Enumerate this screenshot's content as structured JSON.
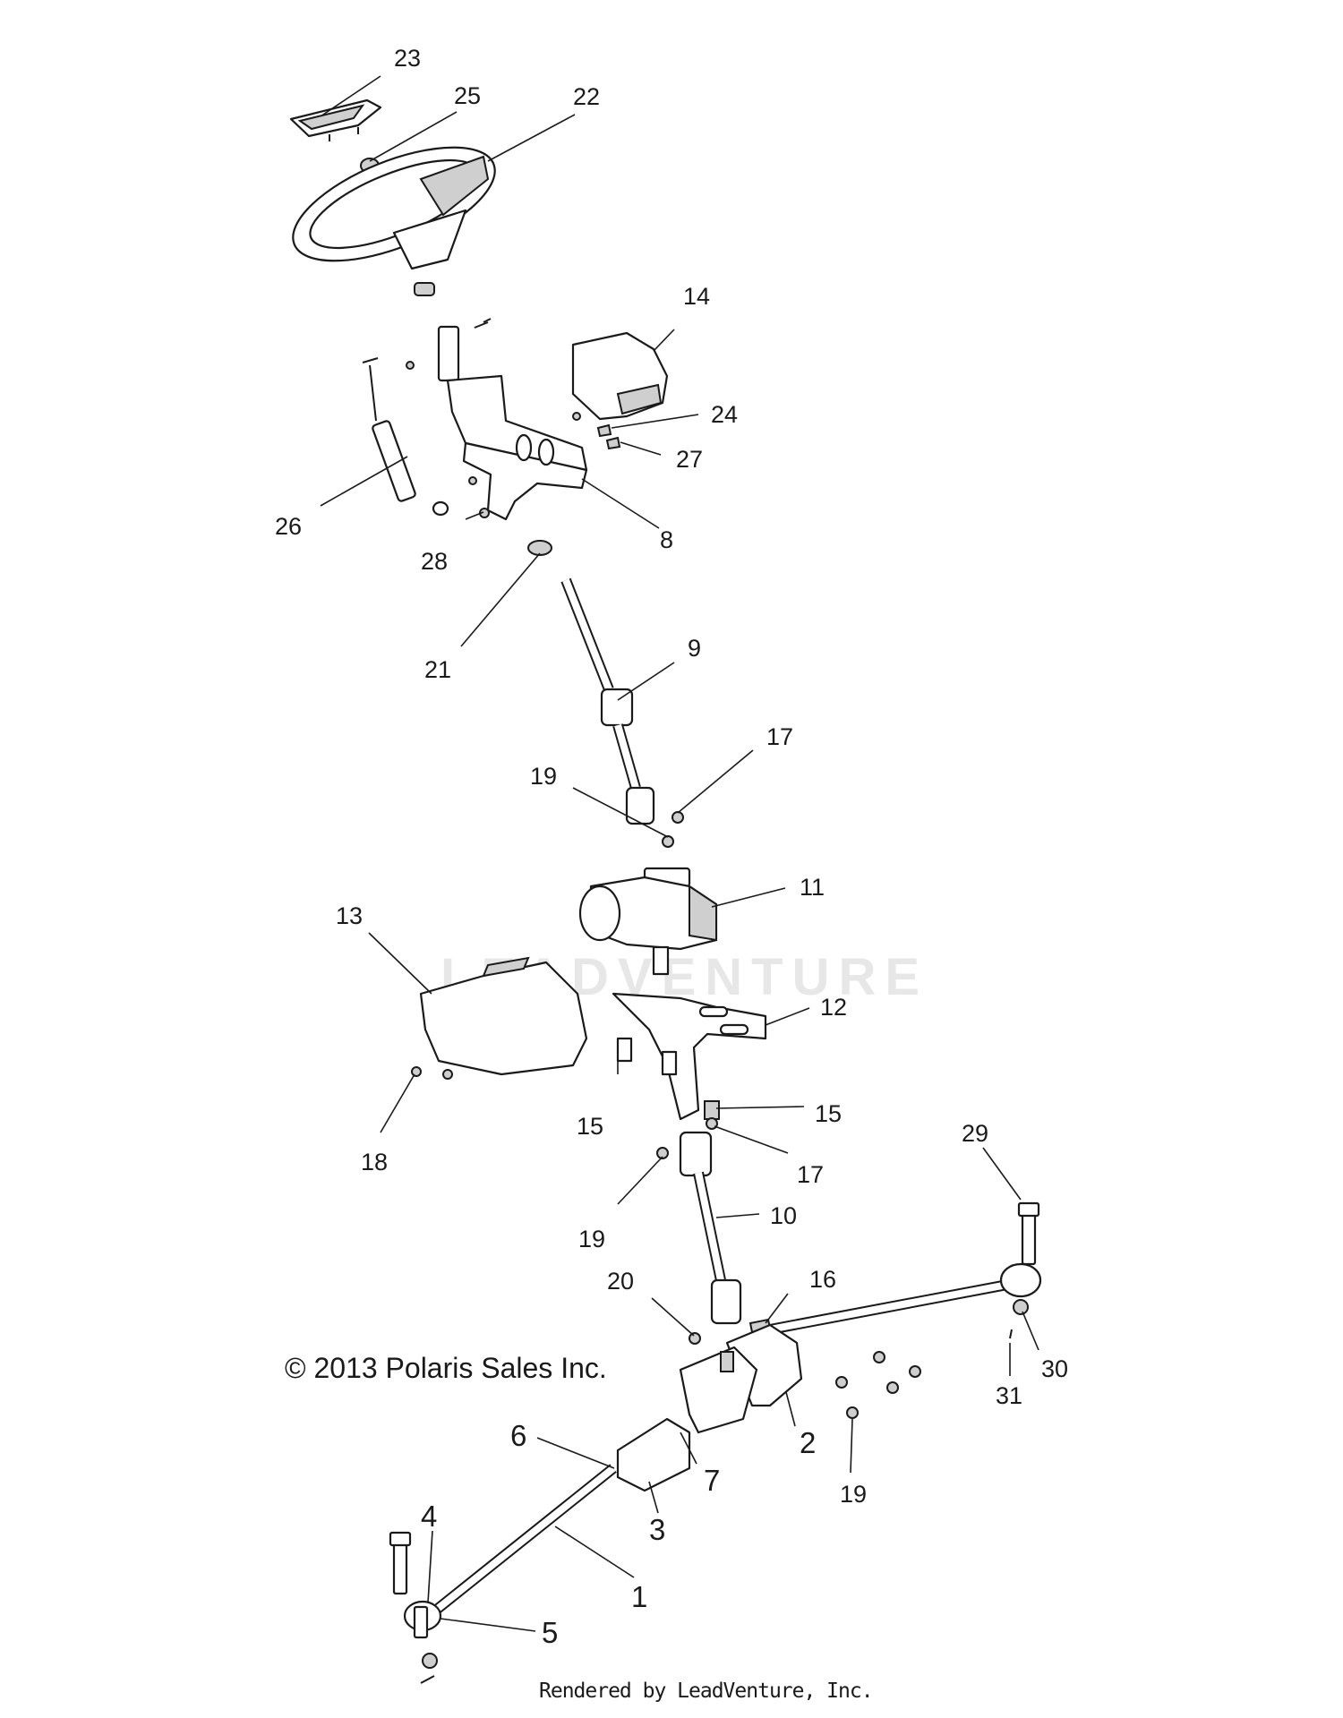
{
  "watermark": "LEADVENTURE",
  "copyright": "© 2013 Polaris Sales Inc.",
  "rendered_by": "Rendered by LeadVenture, Inc.",
  "callouts": {
    "c1": "1",
    "c2": "2",
    "c3": "3",
    "c4": "4",
    "c5": "5",
    "c6": "6",
    "c7": "7",
    "c8": "8",
    "c9": "9",
    "c10": "10",
    "c11": "11",
    "c12": "12",
    "c13": "13",
    "c14": "14",
    "c15a": "15",
    "c15b": "15",
    "c16": "16",
    "c17a": "17",
    "c17b": "17",
    "c18": "18",
    "c19a": "19",
    "c19b": "19",
    "c19c": "19",
    "c20": "20",
    "c21": "21",
    "c22": "22",
    "c23": "23",
    "c24": "24",
    "c25": "25",
    "c26": "26",
    "c27": "27",
    "c28": "28",
    "c29": "29",
    "c30": "30",
    "c31": "31"
  }
}
